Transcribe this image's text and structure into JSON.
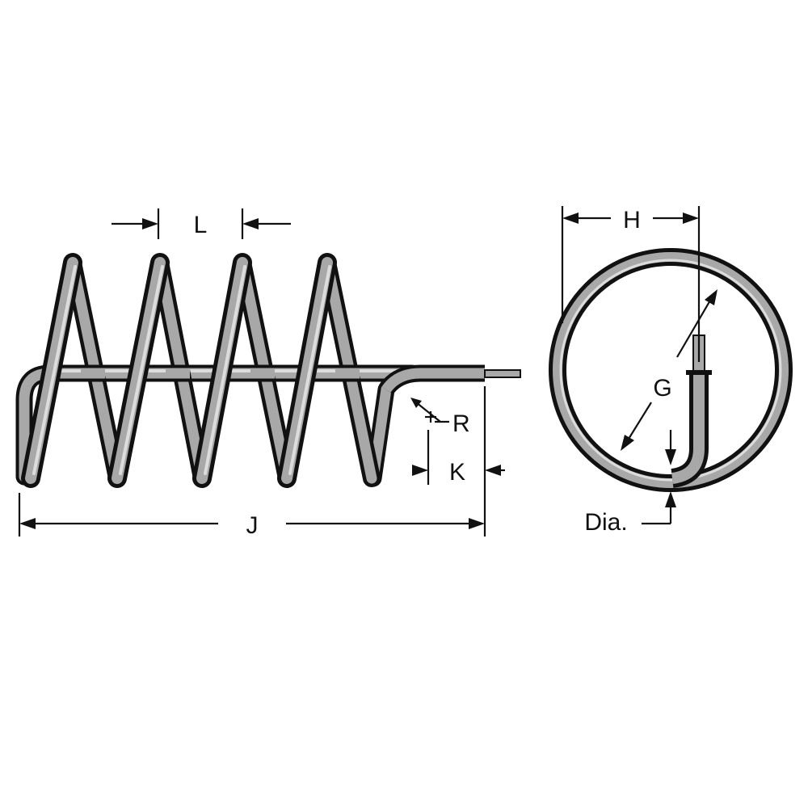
{
  "diagram": {
    "labels": {
      "L": "L",
      "H": "H",
      "G": "G",
      "R": "R",
      "K": "K",
      "J": "J",
      "Dia": "Dia."
    },
    "colors": {
      "outline": "#111111",
      "wire_fill": "#a8a8a8",
      "wire_highlight": "#dcdcdc",
      "background": "#ffffff"
    }
  }
}
